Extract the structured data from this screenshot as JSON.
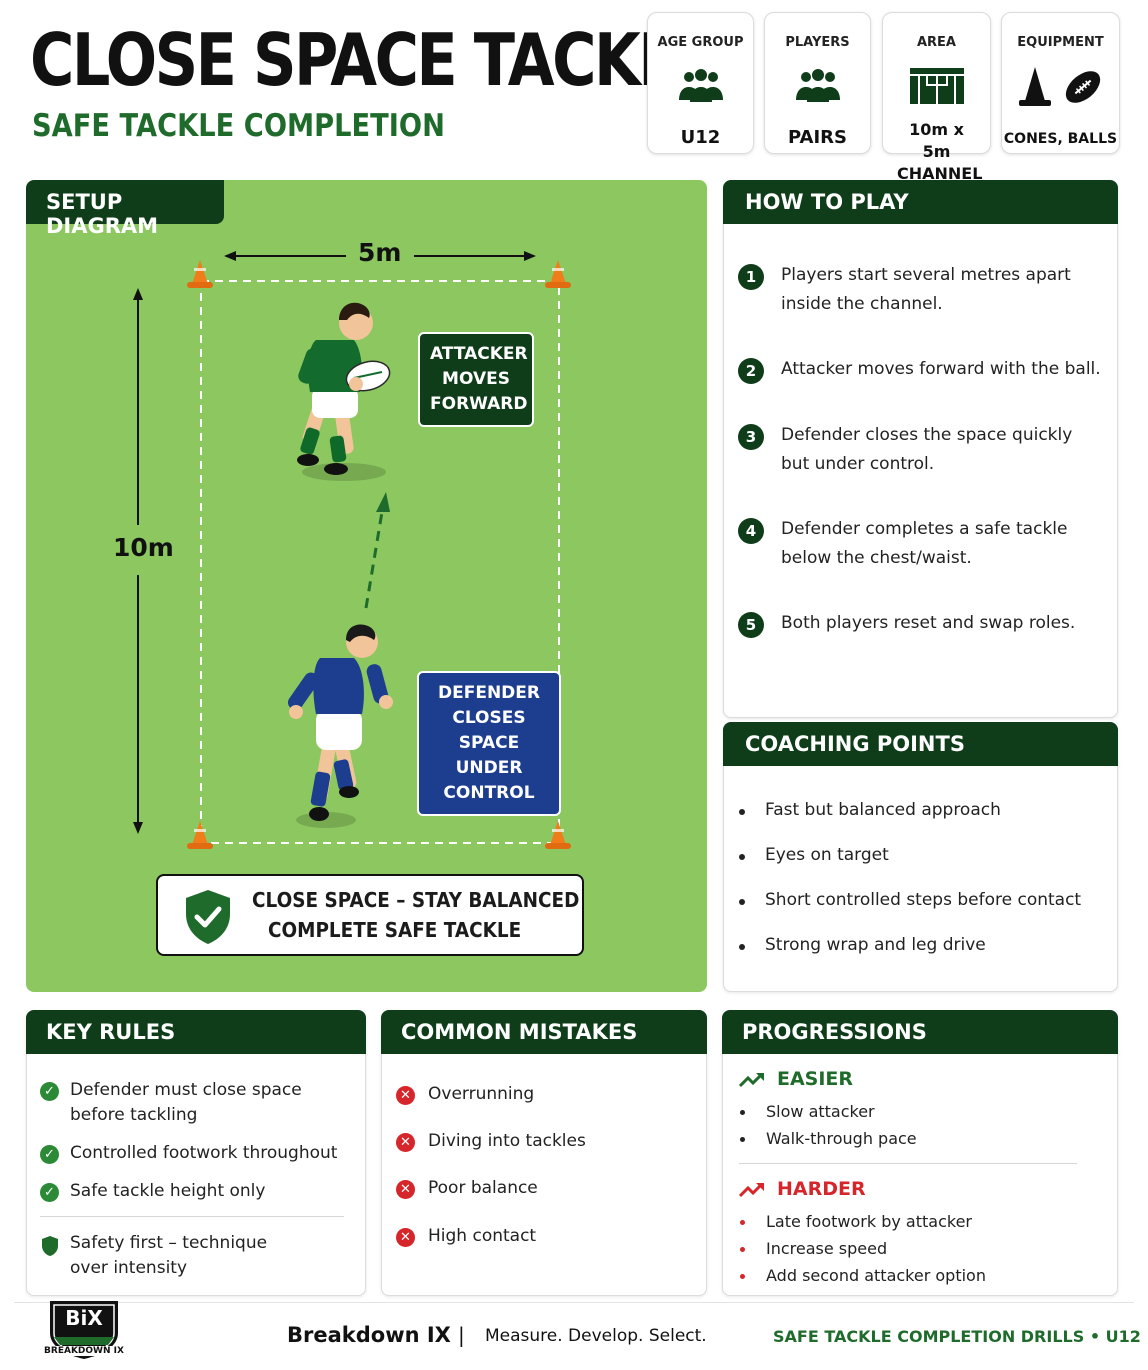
{
  "header": {
    "title": "CLOSE SPACE TACKLE",
    "subtitle": "SAFE TACKLE COMPLETION"
  },
  "info_cards": [
    {
      "label": "AGE GROUP",
      "value": "U12",
      "icon": "players-group-icon"
    },
    {
      "label": "PLAYERS",
      "value": "PAIRS",
      "icon": "players-group-icon"
    },
    {
      "label": "AREA",
      "value": "10m x 5m CHANNEL",
      "icon": "pitch-icon"
    },
    {
      "label": "EQUIPMENT",
      "value": "CONES, BALLS",
      "icon": "cone-ball-icon"
    }
  ],
  "setup": {
    "header": "SETUP DIAGRAM",
    "width_label": "5m",
    "length_label": "10m",
    "attacker_tag": [
      "ATTACKER",
      "MOVES",
      "FORWARD"
    ],
    "defender_tag": [
      "DEFENDER",
      "CLOSES SPACE",
      "UNDER CONTROL"
    ],
    "banner": [
      "CLOSE SPACE – STAY BALANCED",
      "COMPLETE SAFE TACKLE"
    ]
  },
  "how_to_play": {
    "header": "HOW TO PLAY",
    "steps": [
      {
        "n": "1",
        "text": "Players start several metres apart inside the channel."
      },
      {
        "n": "2",
        "text": "Attacker moves forward with the ball."
      },
      {
        "n": "3",
        "text": "Defender closes the space quickly but under control."
      },
      {
        "n": "4",
        "text": "Defender completes a safe tackle below the chest/waist."
      },
      {
        "n": "5",
        "text": "Both players reset and swap roles."
      }
    ]
  },
  "coaching_points": {
    "header": "COACHING POINTS",
    "items": [
      "Fast but balanced approach",
      "Eyes on target",
      "Short controlled steps before contact",
      "Strong wrap and leg drive"
    ]
  },
  "key_rules": {
    "header": "KEY RULES",
    "items": [
      "Defender must close space before tackling",
      "Controlled footwork throughout",
      "Safe tackle height only"
    ],
    "safety": "Safety first – technique over intensity"
  },
  "common_mistakes": {
    "header": "COMMON MISTAKES",
    "items": [
      "Overrunning",
      "Diving into tackles",
      "Poor balance",
      "High contact"
    ]
  },
  "progressions": {
    "header": "PROGRESSIONS",
    "easier_label": "EASIER",
    "easier": [
      "Slow attacker",
      "Walk-through pace"
    ],
    "harder_label": "HARDER",
    "harder": [
      "Late footwork by attacker",
      "Increase speed",
      "Add second attacker option"
    ]
  },
  "footer": {
    "logo_text": "BiX",
    "logo_sub": "BREAKDOWN IX",
    "brand": "Breakdown IX",
    "separator": "|",
    "tagline": "Measure. Develop. Select.",
    "series": "SAFE TACKLE COMPLETION DRILLS",
    "bullet": "•",
    "age": "U12"
  },
  "colors": {
    "dark_green": "#0f3d1a",
    "accent_green": "#1f6b2b",
    "field": "#8cc760",
    "defender_blue": "#1d3d8f",
    "red": "#d6262b"
  }
}
